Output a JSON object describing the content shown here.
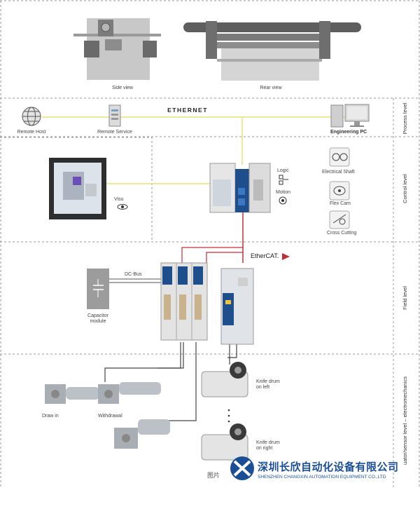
{
  "top": {
    "side_view_label": "Side view",
    "rear_view_label": "Rear view"
  },
  "process": {
    "ethernet_label": "ETHERNET",
    "remote_host_label": "Remote Host",
    "remote_service_label": "Remote Service",
    "engineering_pc_label": "Engineering PC",
    "level_label": "Process level"
  },
  "control": {
    "visu_label": "Visu",
    "logic_label": "Logic",
    "motion_label": "Motion",
    "functions": [
      "Electrical Shaft",
      "Flex Cam",
      "Cross Cutting"
    ],
    "level_label": "Control level"
  },
  "field": {
    "ethercat_label": "EtherCAT.",
    "dcbus_label": "DC-Bus",
    "capacitor_label_1": "Capacitor",
    "capacitor_label_2": "module",
    "level_label": "Field level"
  },
  "actuator": {
    "draw_in_label": "Draw in",
    "withdrawal_label": "Withdrawal",
    "knife_left_1": "Knife drum",
    "knife_left_2": "on left",
    "knife_right_1": "Knife drum",
    "knife_right_2": "on right",
    "level_label": "uator/sensor level – electromechanics"
  },
  "watermark": {
    "company_cn": "深圳长欣自动化设备有限公司",
    "company_en": "SHENZHEN CHANGXIN AUTOMATION EQUIPMENT CO.,LTD",
    "photo_prefix": "图片"
  },
  "colors": {
    "ethernet_line": "#e8e07a",
    "power_line": "#c0303a",
    "bus_line": "#555555",
    "dash": "#9a9a9a"
  }
}
